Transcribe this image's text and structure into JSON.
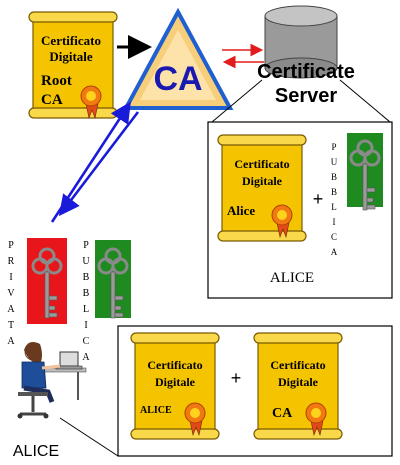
{
  "certificate_word": "Certificato",
  "digitale_word": "Digitale",
  "root_cert": {
    "line3": "Root",
    "line4": "CA"
  },
  "ca_label": "CA",
  "server_label": {
    "line1": "Certificate",
    "line2": "Server"
  },
  "server_box": {
    "cert_name": "Alice",
    "plus": "+",
    "key_label": [
      "P",
      "U",
      "B",
      "B",
      "L",
      "I",
      "C",
      "A"
    ]
  },
  "alice_keys": {
    "private_label": [
      "P",
      "R",
      "I",
      "V",
      "A",
      "T",
      "A"
    ],
    "public_label": [
      "P",
      "U",
      "B",
      "B",
      "L",
      "I",
      "C",
      "A"
    ]
  },
  "alice_label": "ALICE",
  "server_alice_label": "ALICE",
  "bottom_box": {
    "cert1_name": "ALICE",
    "plus": "+",
    "cert2_name": "CA"
  },
  "colors": {
    "scroll": "#f5c400",
    "scroll_dark": "#b38a00",
    "private_key_bg": "#e8161b",
    "public_key_bg": "#1f8a1f",
    "arrow_blue": "#1a1adb",
    "arrow_red": "#e21c1c"
  }
}
